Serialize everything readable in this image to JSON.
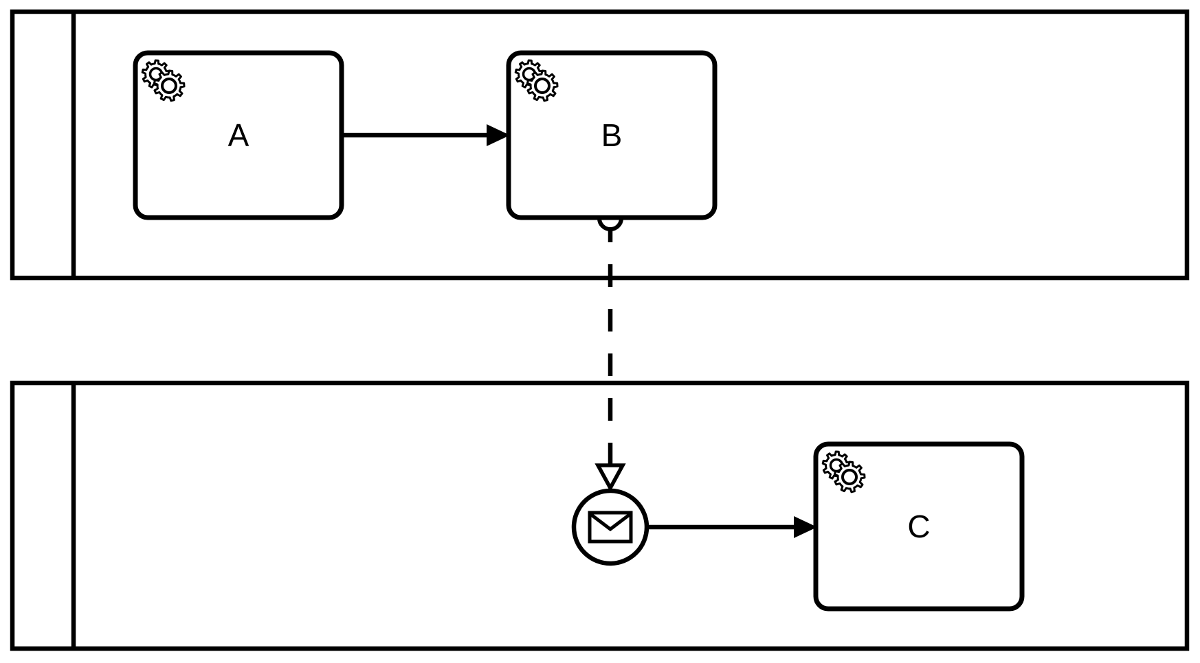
{
  "diagram": {
    "type": "bpmn-collaboration",
    "colors": {
      "stroke": "#000000",
      "shape_fill": "#ffffff",
      "background": "#ffffff"
    },
    "pools": [
      {
        "id": "pool-top",
        "label": "",
        "position": "top"
      },
      {
        "id": "pool-bottom",
        "label": "",
        "position": "bottom"
      }
    ],
    "tasks": [
      {
        "id": "task-a",
        "label": "A",
        "type": "service-task",
        "pool": "pool-top",
        "icon": "gears-icon"
      },
      {
        "id": "task-b",
        "label": "B",
        "type": "service-task",
        "pool": "pool-top",
        "icon": "gears-icon"
      },
      {
        "id": "task-c",
        "label": "C",
        "type": "service-task",
        "pool": "pool-bottom",
        "icon": "gears-icon"
      }
    ],
    "events": [
      {
        "id": "event-message",
        "label": "",
        "type": "message-start-event",
        "pool": "pool-bottom",
        "icon": "envelope-icon"
      }
    ],
    "flows": [
      {
        "id": "flow-a-b",
        "type": "sequence-flow",
        "from": "task-a",
        "to": "task-b",
        "style": "solid",
        "arrowhead": "filled-triangle"
      },
      {
        "id": "flow-b-event",
        "type": "message-flow",
        "from": "task-b",
        "to": "event-message",
        "style": "dashed",
        "arrowhead": "open-triangle",
        "source_marker": "open-circle"
      },
      {
        "id": "flow-event-c",
        "type": "sequence-flow",
        "from": "event-message",
        "to": "task-c",
        "style": "solid",
        "arrowhead": "filled-triangle"
      }
    ]
  }
}
